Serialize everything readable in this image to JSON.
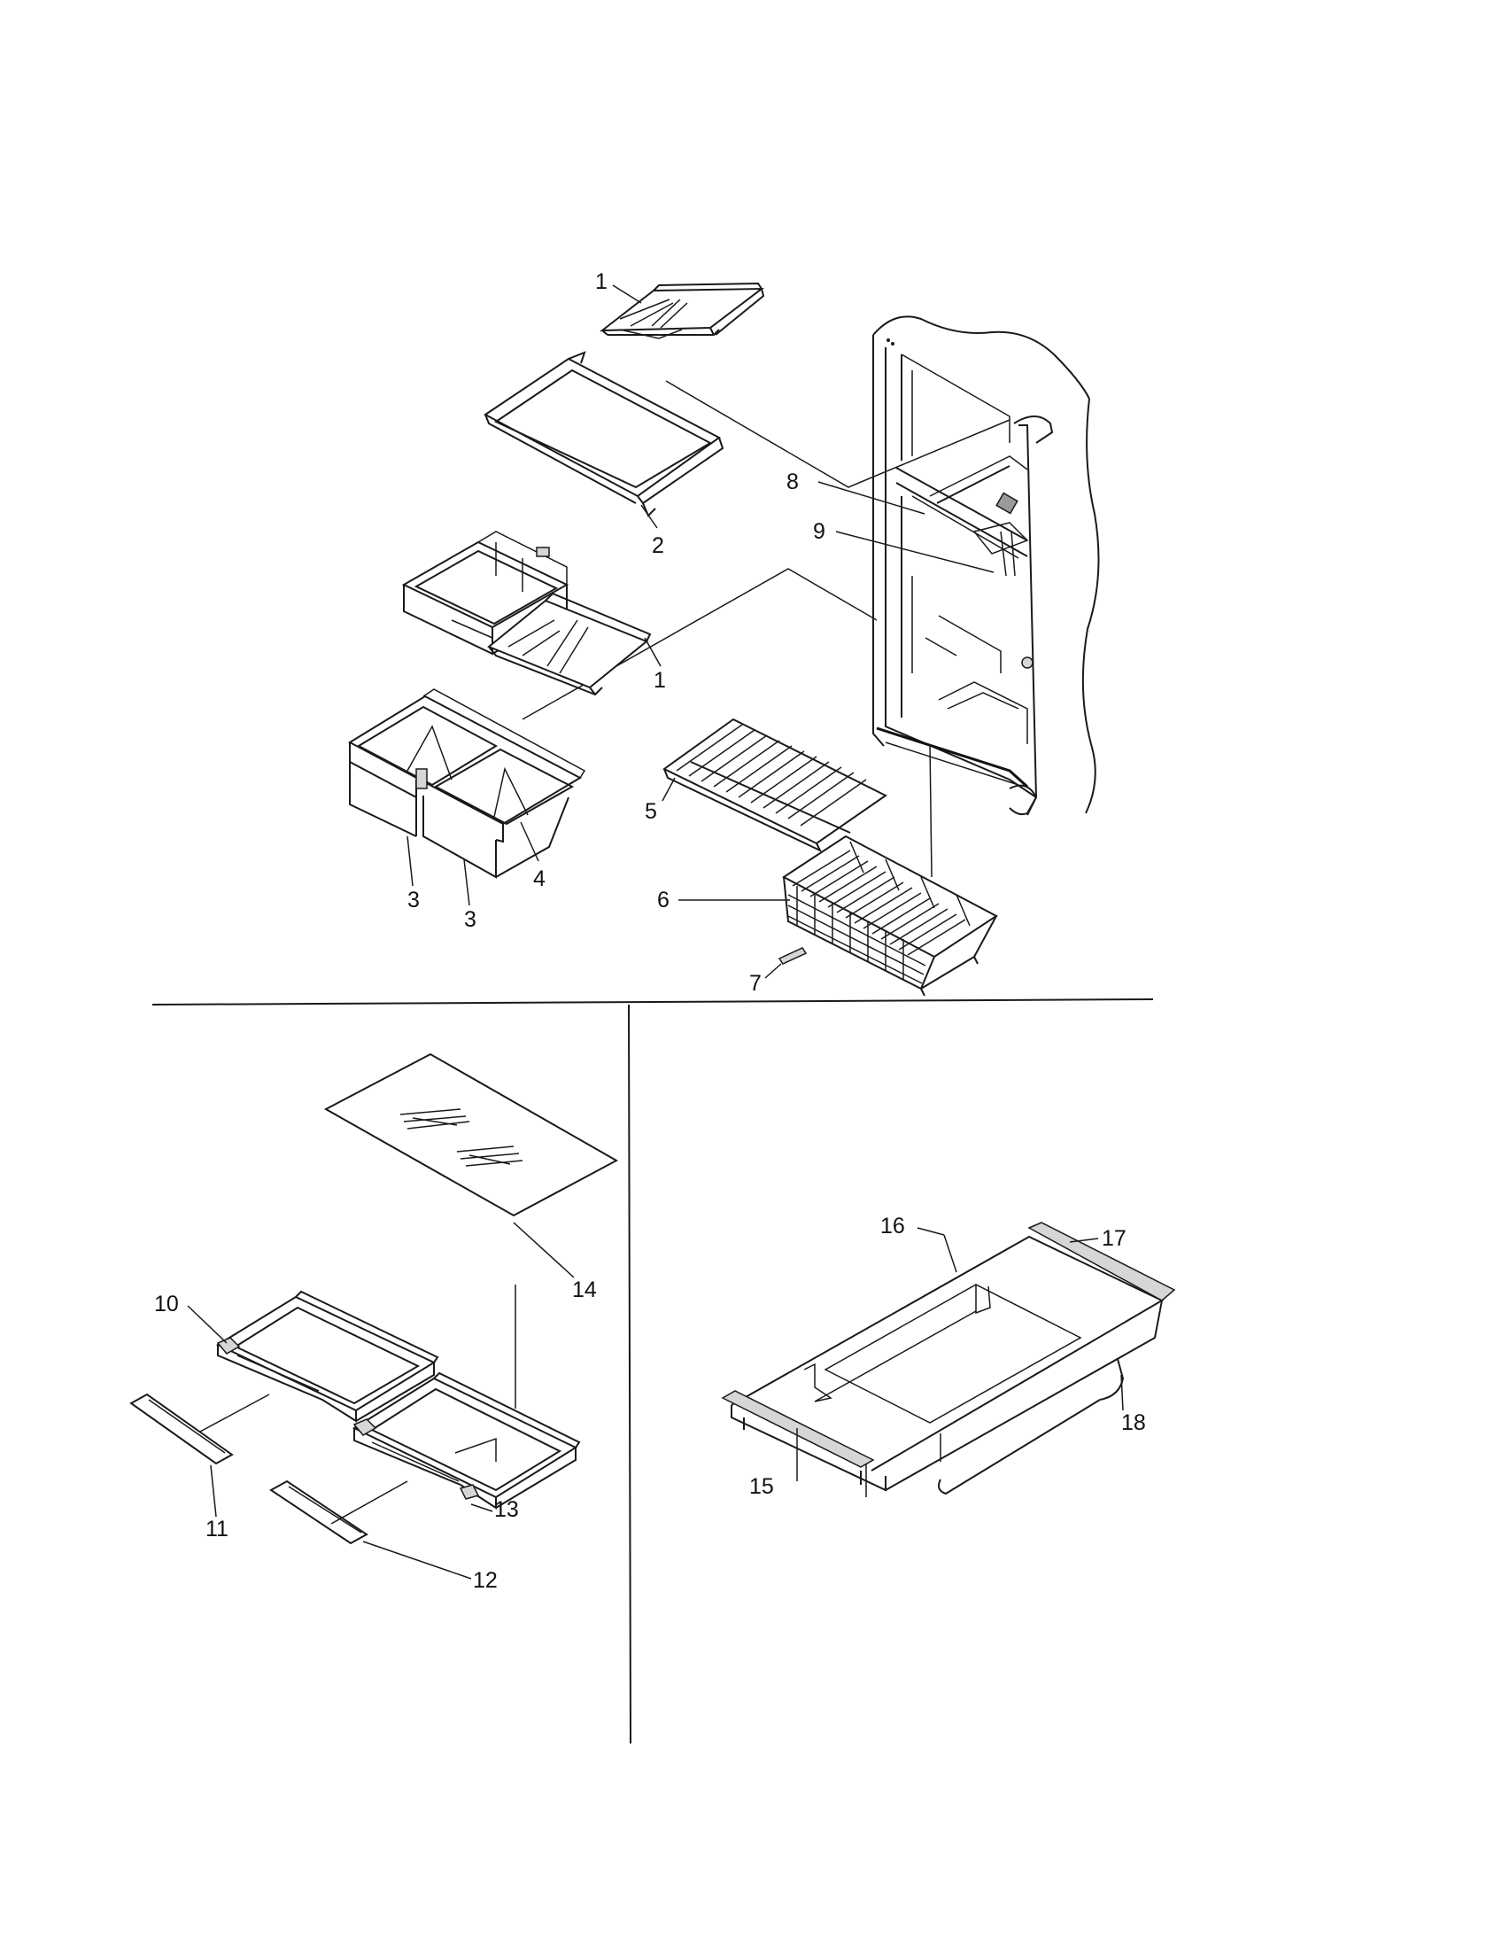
{
  "callouts": {
    "c1a": "1",
    "c1b": "1",
    "c2": "2",
    "c3a": "3",
    "c3b": "3",
    "c4": "4",
    "c5": "5",
    "c6": "6",
    "c7": "7",
    "c8": "8",
    "c9": "9",
    "c10": "10",
    "c11": "11",
    "c12": "12",
    "c13": "13",
    "c14": "14",
    "c15": "15",
    "c16": "16",
    "c17": "17",
    "c18": "18"
  }
}
